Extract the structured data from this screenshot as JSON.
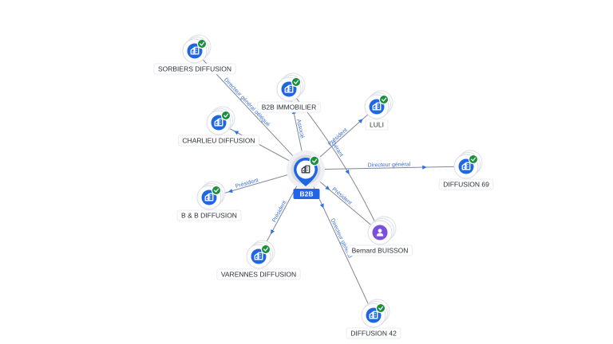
{
  "center": {
    "label": "B2B",
    "icon": "company-icon",
    "verified": true
  },
  "nodes": [
    {
      "id": "sorbiers",
      "label": "SORBIERS DIFFUSION",
      "type": "company",
      "icon": "company-icon",
      "verified": true
    },
    {
      "id": "b2b-immo",
      "label": "B2B IMMOBILIER",
      "type": "company",
      "icon": "company-icon",
      "verified": true
    },
    {
      "id": "luli",
      "label": "LULI",
      "type": "company",
      "icon": "company-icon",
      "verified": true
    },
    {
      "id": "charlieu",
      "label": "CHARLIEU DIFFUSION",
      "type": "company",
      "icon": "company-icon",
      "verified": true
    },
    {
      "id": "diffusion69",
      "label": "DIFFUSION 69",
      "type": "company",
      "icon": "company-icon",
      "verified": true
    },
    {
      "id": "bb",
      "label": "B & B DIFFUSION",
      "type": "company",
      "icon": "company-icon",
      "verified": true
    },
    {
      "id": "bernard",
      "label": "Bernard BUISSON",
      "type": "person",
      "icon": "person-icon",
      "verified": false
    },
    {
      "id": "varennes",
      "label": "VARENNES DIFFUSION",
      "type": "company",
      "icon": "company-icon",
      "verified": true
    },
    {
      "id": "diffusion42",
      "label": "DIFFUSION 42",
      "type": "company",
      "icon": "company-icon",
      "verified": true
    }
  ],
  "edges": [
    {
      "id": "e-sorbiers",
      "target": "sorbiers",
      "label": "Directeur général délégué"
    },
    {
      "id": "e-b2b-immo",
      "target": "b2b-immo",
      "label": "Associé"
    },
    {
      "id": "e-luli",
      "target": "luli",
      "label": "Président"
    },
    {
      "id": "e-charlieu",
      "target": "charlieu",
      "label": ""
    },
    {
      "id": "e-diffusion69",
      "target": "diffusion69",
      "label": "Directeur général"
    },
    {
      "id": "e-bb",
      "target": "bb",
      "label": "Président"
    },
    {
      "id": "e-bernard",
      "target": "bernard",
      "label": "Président"
    },
    {
      "id": "e-varennes",
      "target": "varennes",
      "label": "Président"
    },
    {
      "id": "e-diffusion42",
      "target": "diffusion42",
      "label": "Directeur général"
    },
    {
      "id": "e-immo-bernard",
      "target": "bernard",
      "label": "Gérant"
    }
  ],
  "colors": {
    "accent": "#1f66e5",
    "verified": "#1a8f3c",
    "person": "#7b4fe0",
    "edge": "#7f8696",
    "edgeLabel": "#3b6fd9"
  }
}
